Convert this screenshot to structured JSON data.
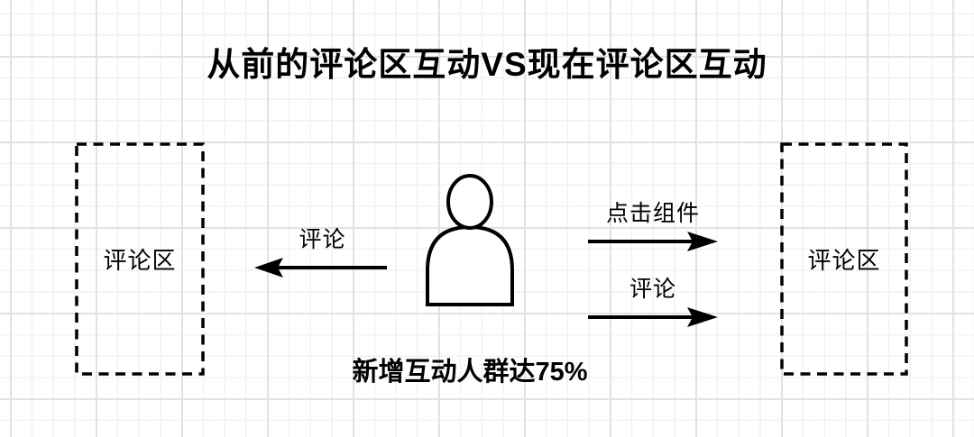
{
  "title": "从前的评论区互动VS现在评论区互动",
  "left_box": {
    "label": "评论区"
  },
  "right_box": {
    "label": "评论区"
  },
  "center_figure": {
    "icon": "person-icon"
  },
  "old_flow": {
    "arrow_label": "评论",
    "direction": "left"
  },
  "new_flow": {
    "arrows": [
      {
        "label": "点击组件",
        "direction": "right"
      },
      {
        "label": "评论",
        "direction": "right"
      }
    ]
  },
  "caption": "新增互动人群达75%",
  "colors": {
    "ink": "#000000",
    "background": "#ffffff",
    "grid_minor": "#f1f1f1",
    "grid_major": "#e2e2e2"
  }
}
